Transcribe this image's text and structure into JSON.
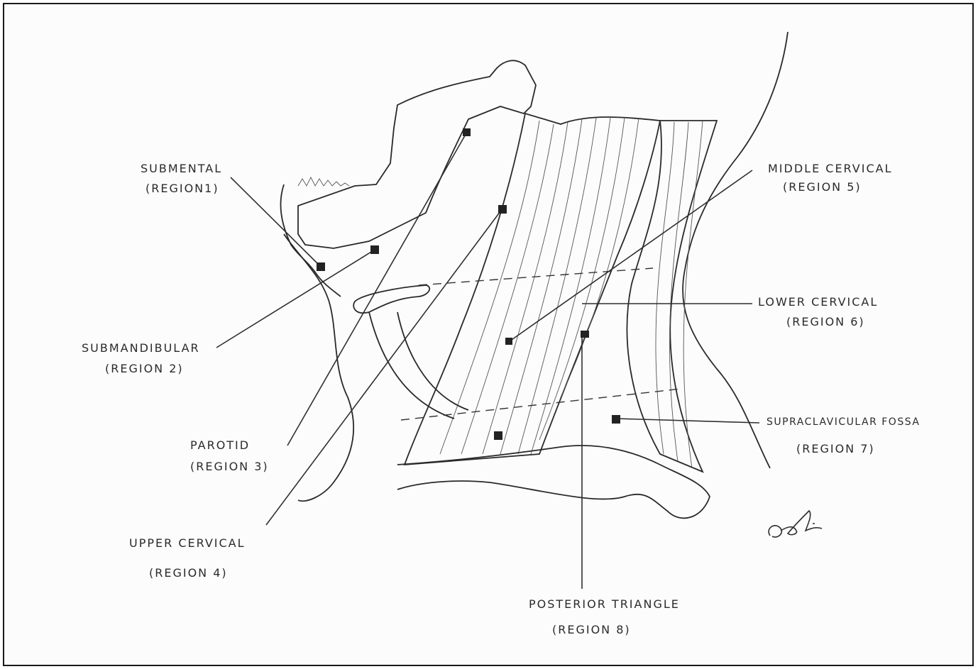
{
  "labels": {
    "region1": {
      "name": "SUBMENTAL",
      "region": "(REGION1)"
    },
    "region2": {
      "name": "SUBMANDIBULAR",
      "region": "(REGION 2)"
    },
    "region3": {
      "name": "PAROTID",
      "region": "(REGION 3)"
    },
    "region4": {
      "name": "UPPER CERVICAL",
      "region": "(REGION 4)"
    },
    "region5": {
      "name": "MIDDLE CERVICAL",
      "region": "(REGION 5)"
    },
    "region6": {
      "name": "LOWER CERVICAL",
      "region": "(REGION 6)"
    },
    "region7": {
      "name": "SUPRACLAVICULAR FOSSA",
      "region": "(REGION 7)"
    },
    "region8": {
      "name": "POSTERIOR TRIANGLE",
      "region": "(REGION 8)"
    }
  },
  "colors": {
    "ink": "#2b2b2b",
    "paper": "#fcfcfc",
    "marker": "#222222"
  }
}
